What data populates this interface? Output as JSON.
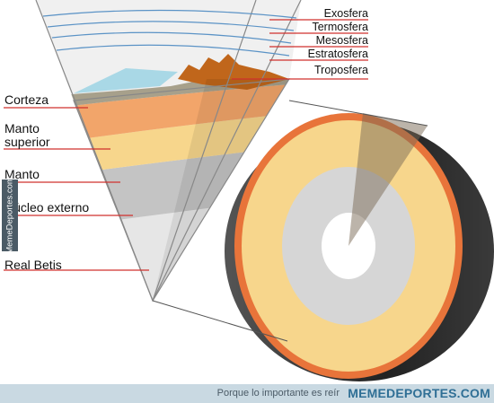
{
  "diagram": {
    "atmosphere_labels": [
      "Exosfera",
      "Termosfera",
      "Mesosfera",
      "Estratosfera",
      "Troposfera"
    ],
    "layer_labels": {
      "corteza": "Corteza",
      "manto_superior_1": "Manto",
      "manto_superior_2": "superior",
      "manto": "Manto",
      "nucleo_externo": "Núcleo externo",
      "nucleo_interno": "Real Betis"
    },
    "colors": {
      "atmosphere_lines": "#5b93c6",
      "label_lines": "#d0312d",
      "ocean": "#a9d8e6",
      "mountains": "#c0661b",
      "corteza": "#a7a08b",
      "manto_superior": "#f2a56a",
      "manto": "#f7d68c",
      "nucleo_externo": "#c4c4c4",
      "nucleo_interno": "#e6e6e6",
      "sphere_dark": "#2d2d2d"
    }
  },
  "watermark": {
    "side_text": "MemeDeportes.com",
    "footer_slogan": "Porque lo importante es reír",
    "footer_brand": "MEMEDEPORTES.COM"
  }
}
